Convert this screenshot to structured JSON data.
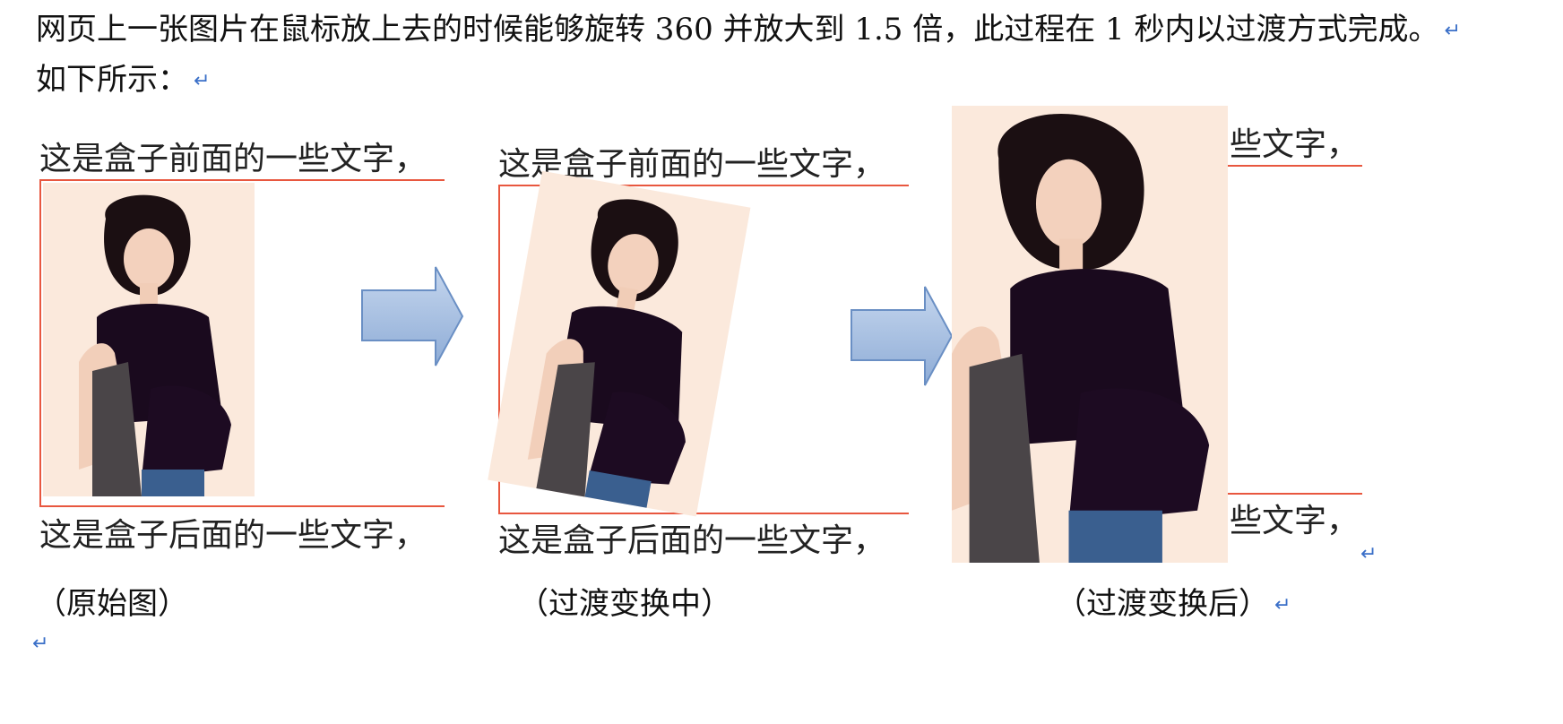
{
  "intro": {
    "line1": "网页上一张图片在鼠标放上去的时候能够旋转 360 并放大到 1.5 倍，此过程在 1 秒内以过渡方式完成。",
    "line2": "如下所示："
  },
  "panels": {
    "original": {
      "before_text": "这是盒子前面的一些文字，",
      "after_text": "这是盒子后面的一些文字，",
      "caption": "（原始图）"
    },
    "transition": {
      "before_text": "这是盒子前面的一些文字，",
      "after_text": "这是盒子后面的一些文字，",
      "caption": "（过渡变换中）"
    },
    "final": {
      "before_text": "些文字，",
      "after_text": "些文字，",
      "caption": "（过渡变换后）"
    }
  },
  "colors": {
    "box_border": "#e8573f",
    "arrow_fill_top": "#c5d6ee",
    "arrow_fill_bottom": "#8eacd6",
    "arrow_stroke": "#6a8fc4",
    "return_mark": "#3a6fc8",
    "photo_bg": "#fbe9dc"
  },
  "icons": {
    "paragraph_mark": "↵",
    "arrow": "right-arrow-icon"
  }
}
